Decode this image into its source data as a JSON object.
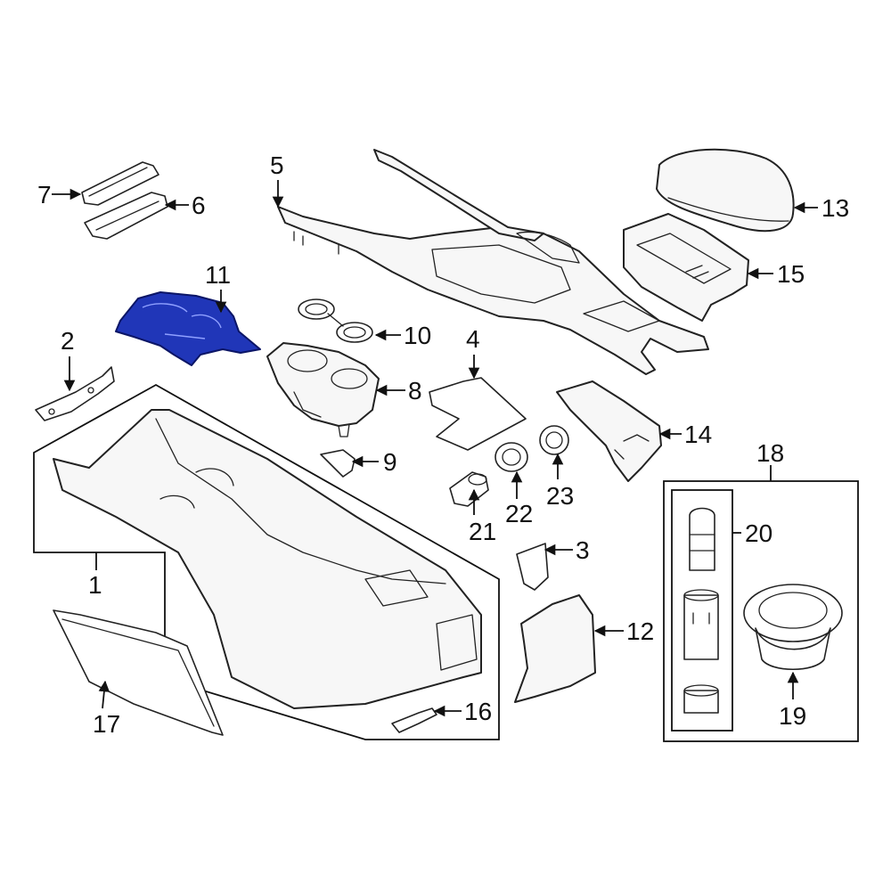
{
  "diagram": {
    "highlight_color": "#2036b8",
    "highlighted_part": "11",
    "callouts": {
      "c1": "1",
      "c2": "2",
      "c3": "3",
      "c4": "4",
      "c5": "5",
      "c6": "6",
      "c7": "7",
      "c8": "8",
      "c9": "9",
      "c10": "10",
      "c11": "11",
      "c12": "12",
      "c13": "13",
      "c14": "14",
      "c15": "15",
      "c16": "16",
      "c17": "17",
      "c18": "18",
      "c19": "19",
      "c20": "20",
      "c21": "21",
      "c22": "22",
      "c23": "23"
    }
  }
}
